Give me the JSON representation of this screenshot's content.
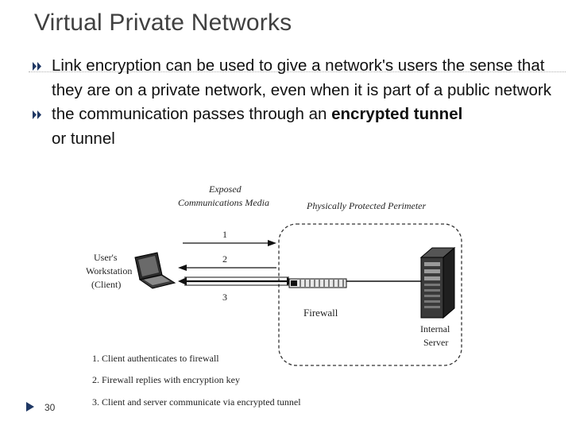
{
  "slide": {
    "title": "Virtual Private Networks",
    "page_number": "30",
    "accent_color": "#1f3864"
  },
  "bullets": [
    {
      "text": "Link encryption can be used to give a network's users the sense that they are on a private network, even when it is part of a public network"
    },
    {
      "text_before": "the communication passes through an ",
      "text_bold": "encrypted tunnel",
      "text_after": "or tunnel"
    }
  ],
  "diagram": {
    "exposed_label_1": "Exposed",
    "exposed_label_2": "Communications Media",
    "perimeter_label": "Physically Protected Perimeter",
    "workstation_1": "User's",
    "workstation_2": "Workstation",
    "workstation_3": "(Client)",
    "arrow_1": "1",
    "arrow_2": "2",
    "arrow_3": "3",
    "firewall_label": "Firewall",
    "server_label_1": "Internal",
    "server_label_2": "Server",
    "steps": [
      "1. Client authenticates to firewall",
      "2. Firewall replies with encryption key",
      "3. Client and server communicate via encrypted tunnel"
    ]
  }
}
